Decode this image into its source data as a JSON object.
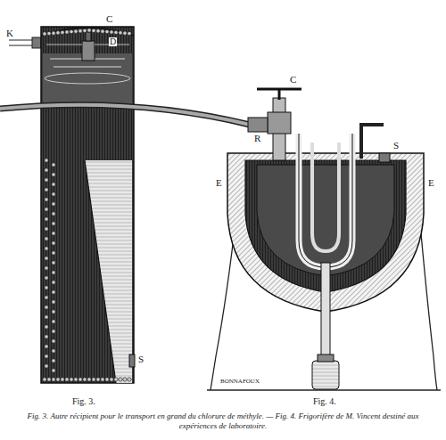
{
  "diagram": {
    "caption": "Fig. 3. Autre récipient pour le transport en grand du chlorure de méthyle. — Fig. 4. Frigorifère de M. Vincent destiné aux expériences de laboratoire.",
    "labels": [
      "C",
      "K",
      "D",
      "S",
      "Fig. 3.",
      "C",
      "R",
      "S",
      "E",
      "E",
      "BONNAFOUX",
      "Fig. 4."
    ]
  }
}
